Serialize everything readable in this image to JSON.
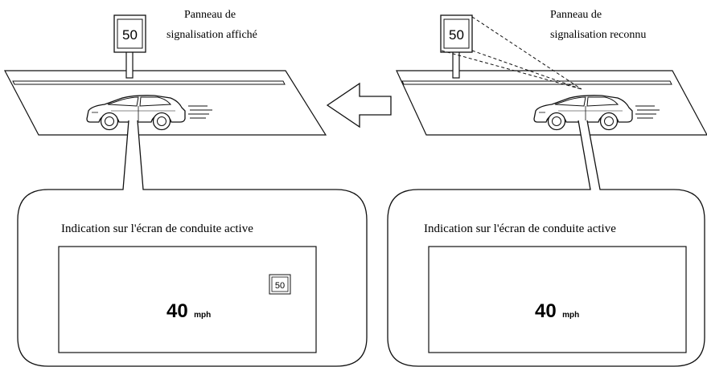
{
  "left_panel": {
    "caption_line1": "Panneau de",
    "caption_line2": "signalisation affiché",
    "sign_value": "50",
    "callout_title": "Indication sur l'écran de conduite active",
    "display_sign_value": "50",
    "speed_value": "40",
    "speed_unit": "mph"
  },
  "right_panel": {
    "caption_line1": "Panneau de",
    "caption_line2": "signalisation reconnu",
    "sign_value": "50",
    "callout_title": "Indication sur l'écran de conduite active",
    "speed_value": "40",
    "speed_unit": "mph"
  },
  "arrow": {
    "direction": "left"
  }
}
